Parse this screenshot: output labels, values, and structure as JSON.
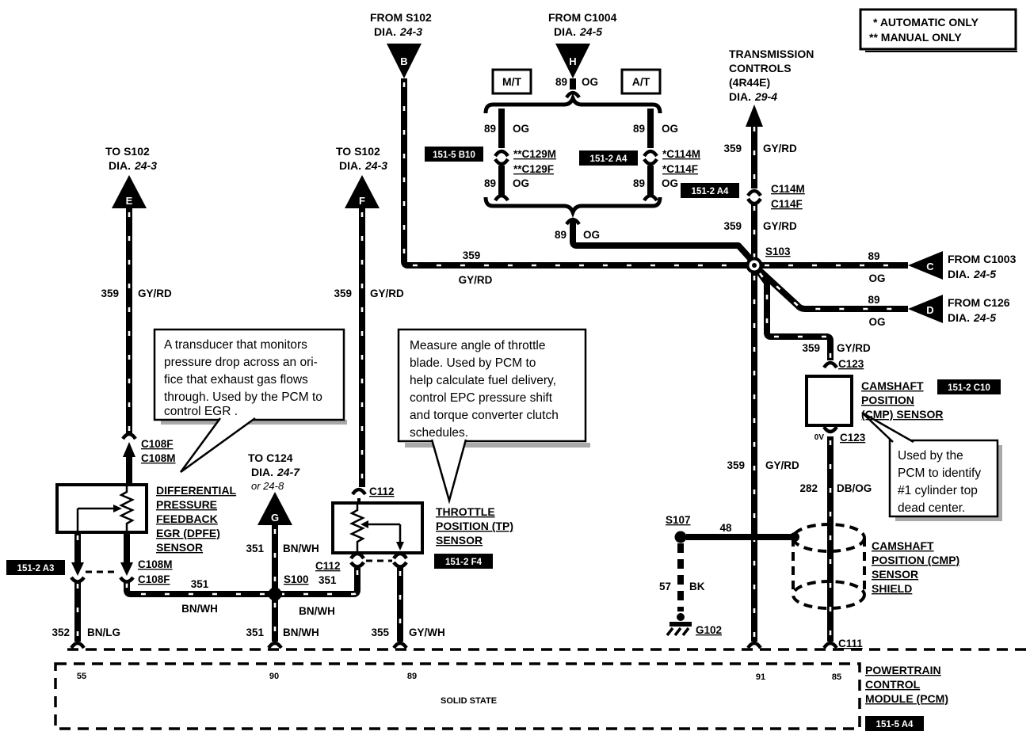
{
  "legend": {
    "automatic": "* AUTOMATIC ONLY",
    "manual": "** MANUAL ONLY"
  },
  "offpage": {
    "b": {
      "letter": "B",
      "name": "FROM S102",
      "dia": "DIA.",
      "ref": "24-3"
    },
    "h": {
      "letter": "H",
      "name": "FROM C1004",
      "dia": "DIA.",
      "ref": "24-5"
    },
    "e": {
      "letter": "E",
      "name": "TO S102",
      "dia": "DIA.",
      "ref": "24-3"
    },
    "f": {
      "letter": "F",
      "name": "TO S102",
      "dia": "DIA.",
      "ref": "24-3"
    },
    "g": {
      "letter": "G",
      "name": "TO C124",
      "dia": "DIA.",
      "ref": "24-7",
      "ref2": "or 24-8"
    },
    "c": {
      "letter": "C",
      "name": "FROM C1003",
      "dia": "DIA.",
      "ref": "24-5"
    },
    "d": {
      "letter": "D",
      "name": "FROM C126",
      "dia": "DIA.",
      "ref": "24-5"
    }
  },
  "transmission": {
    "l1": "TRANSMISSION",
    "l2": "CONTROLS",
    "l3": "(4R44E)",
    "dia": "DIA.",
    "ref": "29-4"
  },
  "trans_boxes": {
    "mt": "M/T",
    "at": "A/T"
  },
  "circuits": {
    "c89": {
      "num": "89",
      "color": "OG"
    },
    "c359": {
      "num": "359",
      "color": "GY/RD"
    },
    "c351": {
      "num": "351",
      "color": "BN/WH"
    },
    "c352": {
      "num": "352",
      "color": "BN/LG"
    },
    "c355": {
      "num": "355",
      "color": "GY/WH"
    },
    "c282": {
      "num": "282",
      "color": "DB/OG"
    },
    "c57": {
      "num": "57",
      "color": "BK"
    },
    "c48": {
      "num": "48"
    }
  },
  "connectors": {
    "c108f": "C108F",
    "c108m": "C108M",
    "c112": "C112",
    "c112_circuit": "351",
    "c114m": "C114M",
    "c114f": "C114F",
    "c129m_manual": "**C129M",
    "c129f_manual": "**C129F",
    "c114m_auto": "*C114M",
    "c114f_auto": "*C114F",
    "c123": "C123",
    "c111": "C111",
    "zero_v": "0V"
  },
  "splices": {
    "s100": "S100",
    "s103": "S103",
    "s107": "S107"
  },
  "ground": {
    "g102": "G102"
  },
  "refs": {
    "b10": "151-5 B10",
    "a4_mid": "151-2 A4",
    "a4_right": "151-2 A4",
    "c10": "151-2 C10",
    "a3": "151-2 A3",
    "f4": "151-2 F4",
    "a4_pcm": "151-5 A4"
  },
  "dpfe": {
    "l1": "DIFFERENTIAL",
    "l2": "PRESSURE",
    "l3": "FEEDBACK",
    "l4": "EGR (DPFE)",
    "l5": "SENSOR"
  },
  "tp": {
    "l1": "THROTTLE",
    "l2": "POSITION (TP)",
    "l3": "SENSOR"
  },
  "cmp": {
    "l1": "CAMSHAFT",
    "l2": "POSITION",
    "l3": "(CMP) SENSOR"
  },
  "shield": {
    "l1": "CAMSHAFT",
    "l2": "POSITION (CMP)",
    "l3": "SENSOR",
    "l4": "SHIELD"
  },
  "pcm": {
    "l1": "POWERTRAIN",
    "l2": "CONTROL",
    "l3": "MODULE (PCM)",
    "solid_state": "SOLID STATE",
    "pins": {
      "p55": "55",
      "p90": "90",
      "p89": "89",
      "p91": "91",
      "p85": "85"
    }
  },
  "callouts": {
    "dpfe": {
      "lines": [
        "A transducer that monitors",
        "pressure drop across an ori-",
        "fice that exhaust gas flows",
        "through. Used by the PCM to",
        "control EGR ."
      ]
    },
    "tp": {
      "lines": [
        "Measure angle of throttle",
        "blade.  Used by PCM to",
        "help calculate  fuel delivery,",
        "control EPC pressure shift",
        "and torque converter clutch",
        "schedules."
      ]
    },
    "cmp": {
      "lines": [
        "Used by the",
        "PCM to identify",
        "#1 cylinder top",
        "dead center."
      ]
    }
  }
}
